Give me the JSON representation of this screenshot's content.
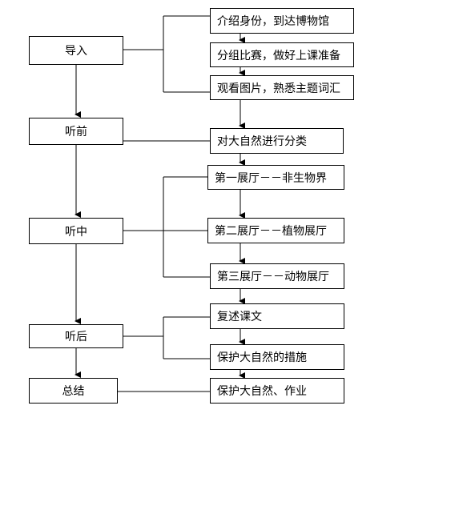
{
  "stages": {
    "intro": "导入",
    "before": "听前",
    "during": "听中",
    "after": "听后",
    "summary": "总结"
  },
  "steps": {
    "s1": "介绍身份，到达博物馆",
    "s2": "分组比赛，做好上课准备",
    "s3": "观看图片，熟悉主题词汇",
    "s4": "对大自然进行分类",
    "s5": "第一展厅－－非生物界",
    "s6": "第二展厅－－植物展厅",
    "s7": "第三展厅－－动物展厅",
    "s8": "复述课文",
    "s9": "保护大自然的措施",
    "s10": "保护大自然、作业"
  }
}
